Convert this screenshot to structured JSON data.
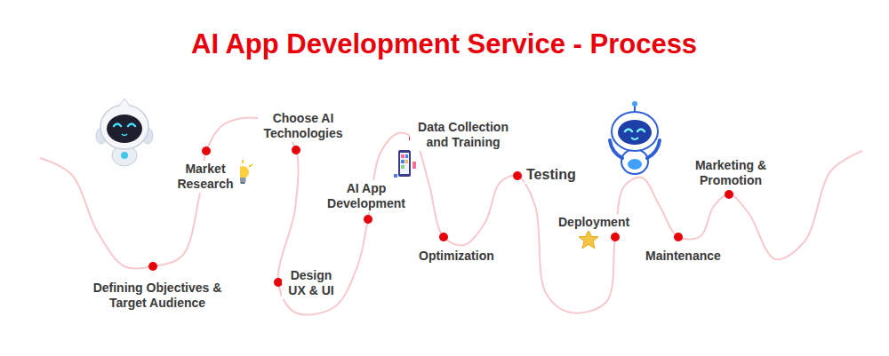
{
  "diagram": {
    "title": "AI App Development Service - Process",
    "labels": [
      "Defining Objectives & Target Audience",
      "Market Research",
      "Choose AI Technologies",
      "Design UX & UI",
      "AI App Development",
      "Data Collection and Training",
      "Optimization",
      "Testing",
      "Deployment",
      "Maintenance",
      "Marketing & Promotion"
    ]
  }
}
